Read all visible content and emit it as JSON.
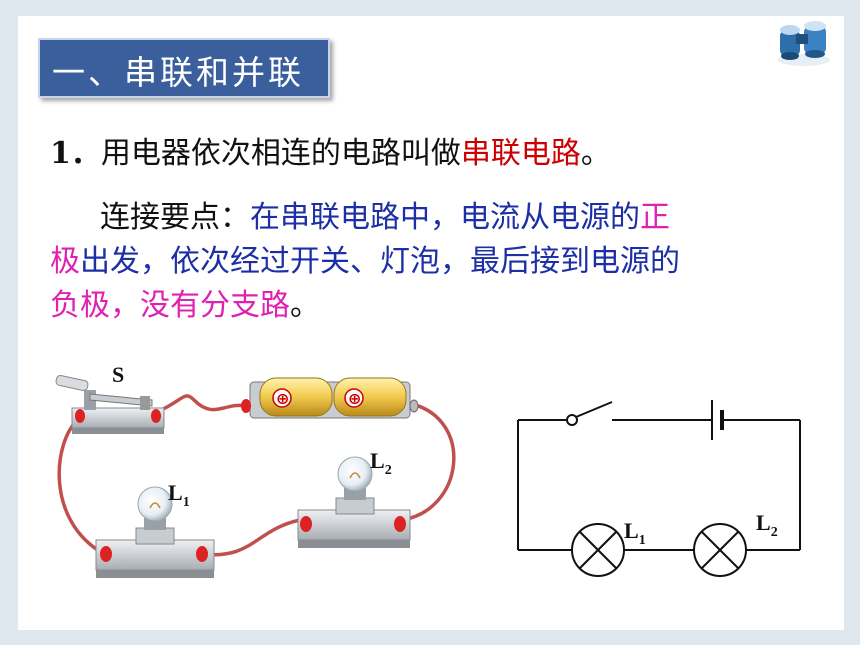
{
  "title": "一、串联和并联",
  "definition": {
    "number": "1．",
    "text": "用电器依次相连的电路叫做",
    "term": "串联电路",
    "end": "。"
  },
  "key_points": {
    "label": "连接要点：",
    "line1_a": "在串联电路中，电流从电源的",
    "line1_b": "正",
    "line2_a": "极",
    "line2_b": "出发，依次经过开关、灯泡，最后接到电源的",
    "line3_a": "负极，没有分支路",
    "line3_b": "。"
  },
  "pictorial": {
    "switch_label": "S",
    "lamp1": "L",
    "lamp1_sub": "1",
    "lamp2": "L",
    "lamp2_sub": "2",
    "battery_sign": "⊕"
  },
  "schematic": {
    "lamp1": "L",
    "lamp1_sub": "1",
    "lamp2": "L",
    "lamp2_sub": "2"
  },
  "colors": {
    "title_bg": "#3b5f9c",
    "term_red": "#cc0000",
    "body_blue": "#1c2fa6",
    "magenta": "#e020b0",
    "wire": "#c0504d"
  }
}
